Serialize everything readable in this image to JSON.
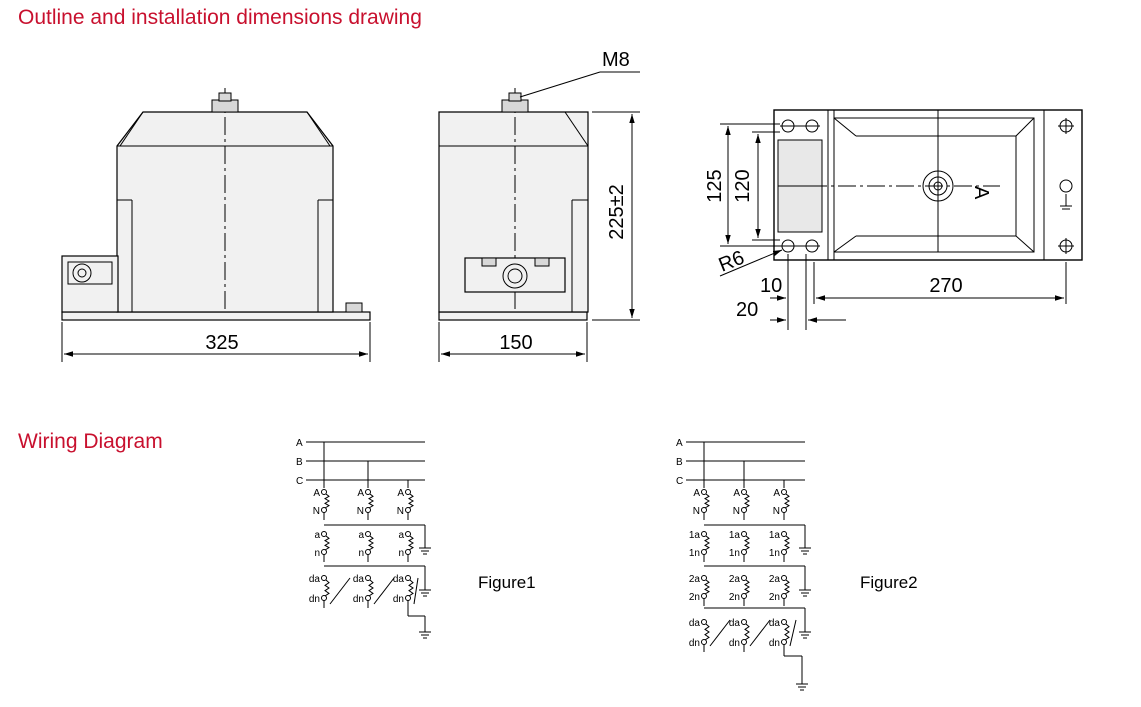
{
  "headings": {
    "outline": "Outline and installation dimensions drawing",
    "wiring": "Wiring Diagram"
  },
  "colors": {
    "heading": "#c8102e",
    "line": "#000000",
    "fill": "#f1f1f1"
  },
  "dimensions": {
    "width_front": "325",
    "width_side": "150",
    "height": "225±2",
    "bolt": "M8",
    "hole_span_outer": "125",
    "hole_span_inner": "120",
    "radius": "R6",
    "offset_10": "10",
    "offset_20": "20",
    "mount_length": "270",
    "terminal": "A"
  },
  "wiring": {
    "phases": [
      "A",
      "B",
      "C"
    ],
    "figure1": {
      "caption": "Figure1",
      "labels": {
        "primary_a": "A",
        "primary_n": "N",
        "sec_a": "a",
        "sec_n": "n",
        "res_a": "da",
        "res_n": "dn"
      }
    },
    "figure2": {
      "caption": "Figure2",
      "labels": {
        "primary_a": "A",
        "primary_n": "N",
        "s1_a": "1a",
        "s1_n": "1n",
        "s2_a": "2a",
        "s2_n": "2n",
        "res_a": "da",
        "res_n": "dn"
      }
    }
  }
}
